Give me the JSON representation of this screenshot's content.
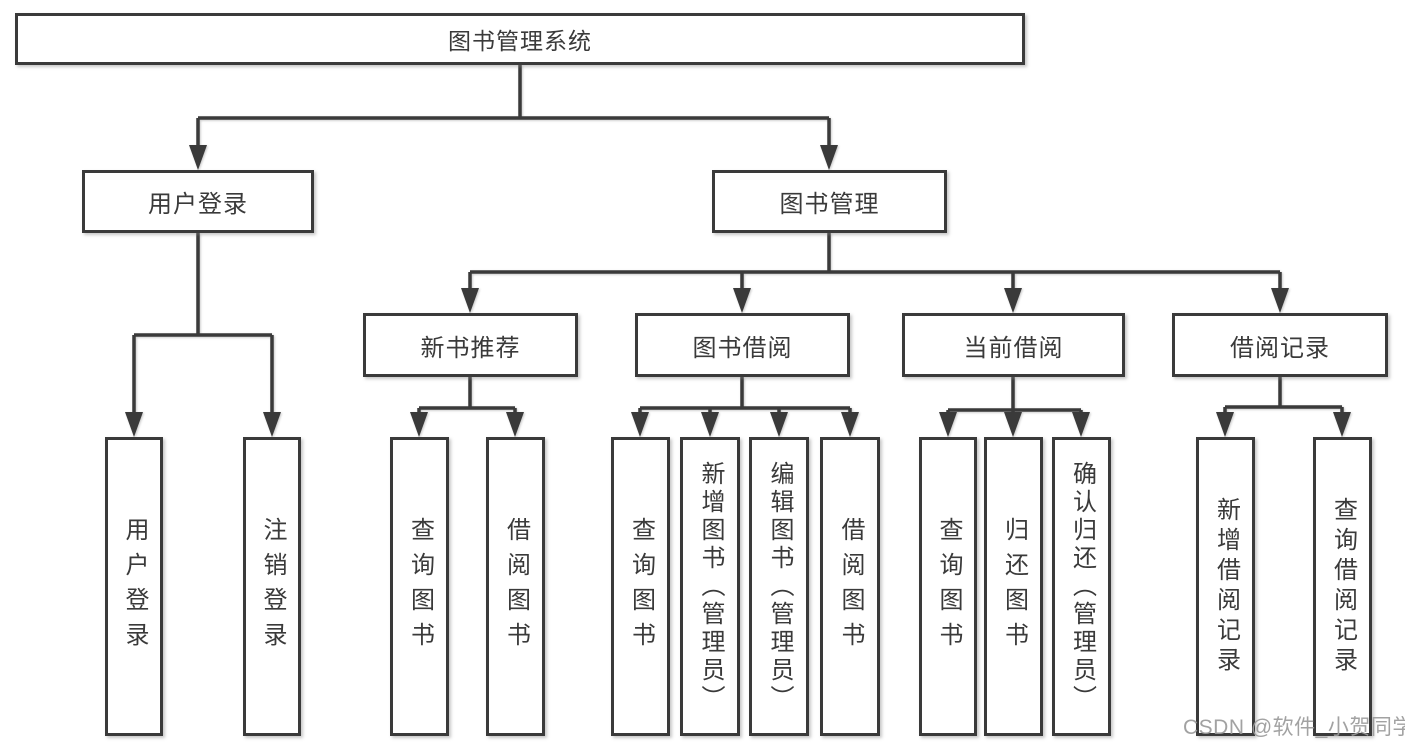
{
  "diagram": {
    "tree": {
      "label": "图书管理系统",
      "children": [
        {
          "label": "用户登录",
          "children": [
            {
              "label": "用户登录"
            },
            {
              "label": "注销登录"
            }
          ]
        },
        {
          "label": "图书管理",
          "children": [
            {
              "label": "新书推荐",
              "children": [
                {
                  "label": "查询图书"
                },
                {
                  "label": "借阅图书"
                }
              ]
            },
            {
              "label": "图书借阅",
              "children": [
                {
                  "label": "查询图书"
                },
                {
                  "label": "新增图书（管理员）"
                },
                {
                  "label": "编辑图书（管理员）"
                },
                {
                  "label": "借阅图书"
                }
              ]
            },
            {
              "label": "当前借阅",
              "children": [
                {
                  "label": "查询图书"
                },
                {
                  "label": "归还图书"
                },
                {
                  "label": "确认归还（管理员）"
                }
              ]
            },
            {
              "label": "借阅记录",
              "children": [
                {
                  "label": "新增借阅记录"
                },
                {
                  "label": "查询借阅记录"
                }
              ]
            }
          ]
        }
      ]
    },
    "watermark": "CSDN @软件_小贺同学",
    "colors": {
      "line": "#3a3a3a",
      "text": "#3a3a3a",
      "watermark": "#9b9b9b",
      "background": "#ffffff"
    }
  }
}
